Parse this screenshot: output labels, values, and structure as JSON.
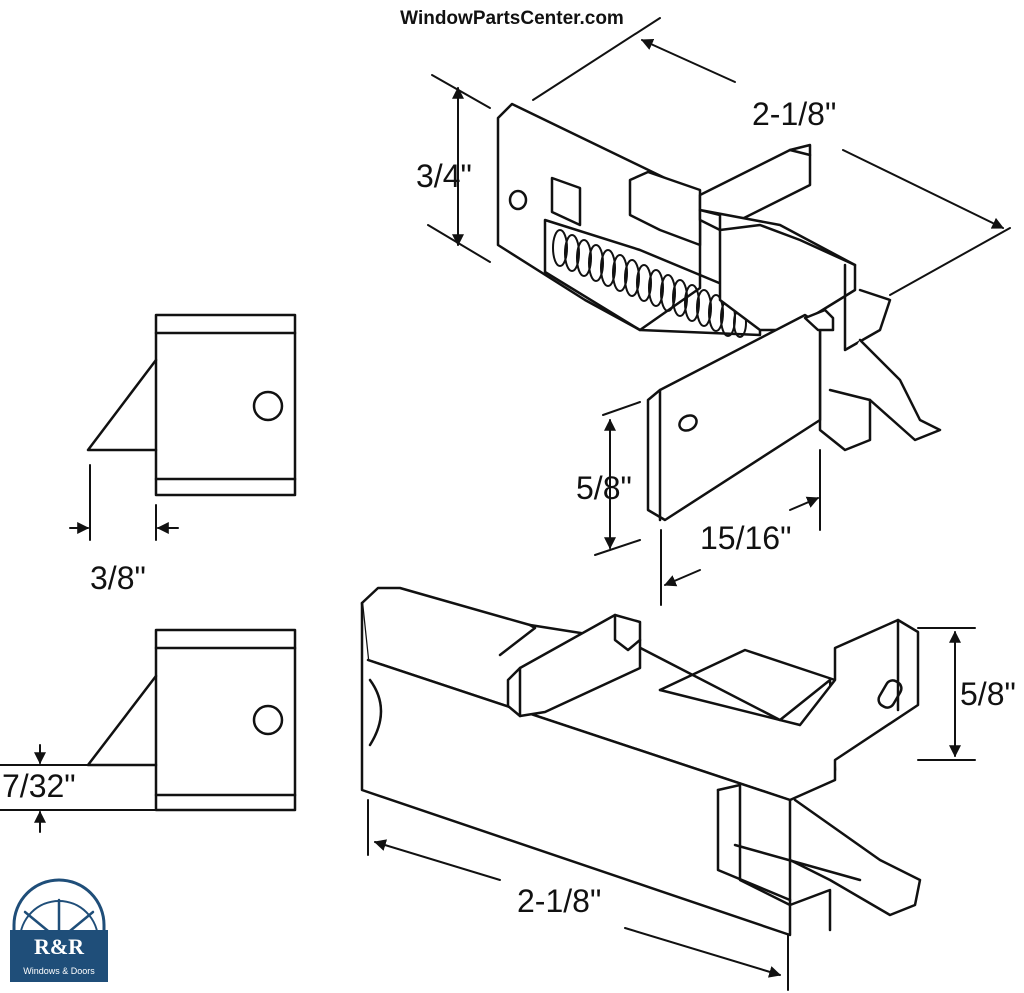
{
  "header": {
    "site": "WindowPartsCenter.com"
  },
  "dimensions": {
    "top_width": "2-1/8\"",
    "top_height": "3/4\"",
    "plate_height": "5/8\"",
    "plate_width": "15/16\"",
    "side_depth": "3/8\"",
    "side_offset": "7/32\"",
    "bottom_width": "2-1/8\"",
    "bottom_height": "5/8\""
  },
  "logo": {
    "brand": "R&R",
    "tagline": "Windows & Doors"
  },
  "colors": {
    "line": "#111111",
    "logo_blue": "#1f4e79",
    "background": "#ffffff"
  }
}
